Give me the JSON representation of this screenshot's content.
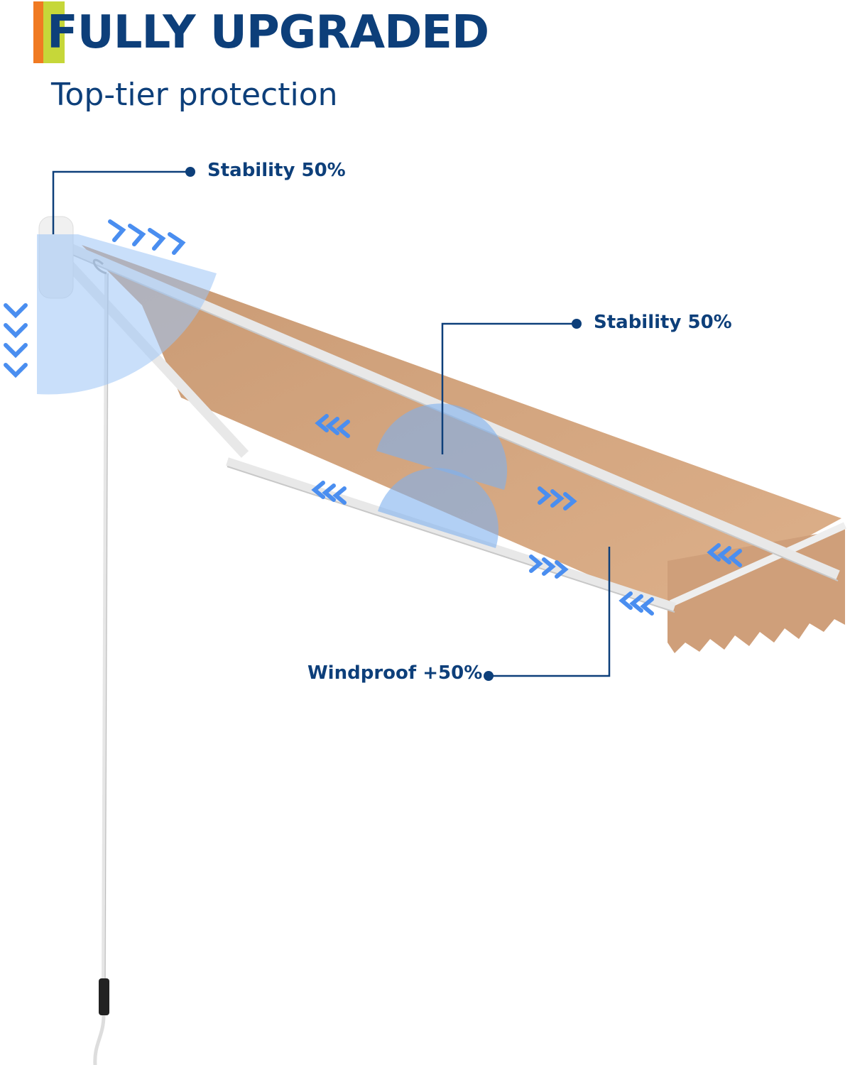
{
  "header": {
    "title": "FULLY UPGRADED",
    "subtitle": "Top-tier protection"
  },
  "callouts": [
    {
      "label": "Stability 50%"
    },
    {
      "label": "Stability 50%"
    },
    {
      "label": "Windproof +50%"
    }
  ],
  "colors": {
    "brand_blue": "#0d3f7a",
    "accent_orange": "#f07a22",
    "accent_lime": "#c6d739",
    "fabric": "#d4a680",
    "highlight_blue": "#5f9ef0"
  }
}
